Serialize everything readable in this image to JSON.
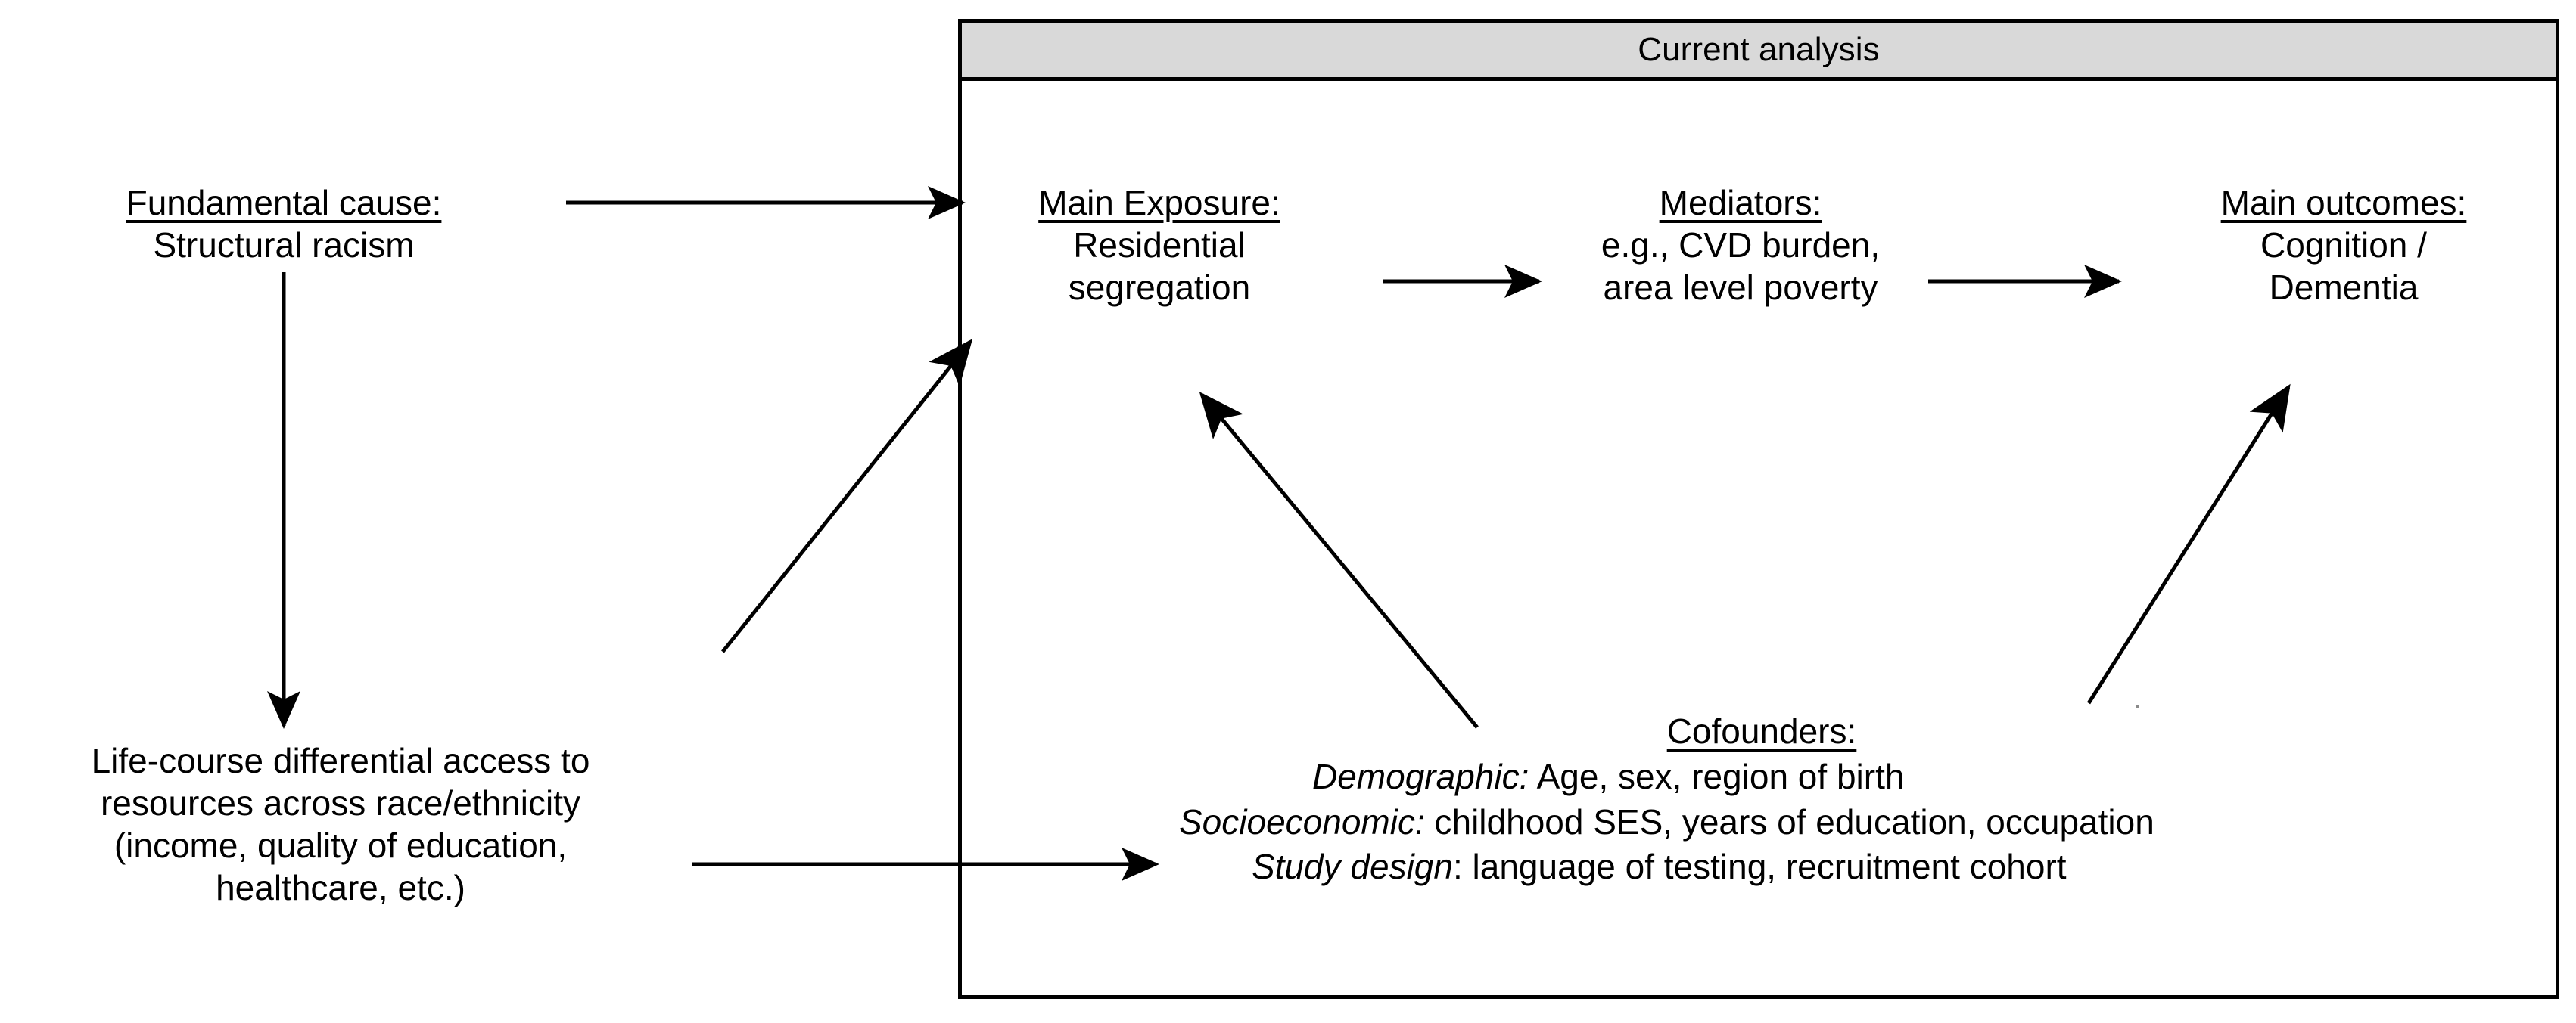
{
  "panel": {
    "header_label": "Current analysis"
  },
  "nodes": {
    "fundamental_cause": {
      "title": "Fundamental cause:",
      "lines": [
        "Structural racism"
      ]
    },
    "life_course": {
      "lines": [
        "Life-course differential access to",
        "resources across race/ethnicity",
        "(income, quality of education,",
        "healthcare, etc.)"
      ]
    },
    "main_exposure": {
      "title": "Main Exposure:",
      "lines": [
        "Residential",
        "segregation"
      ]
    },
    "mediators": {
      "title": "Mediators:",
      "lines": [
        "e.g., CVD burden,",
        "area level poverty"
      ]
    },
    "main_outcomes": {
      "title": "Main outcomes:",
      "lines": [
        "Cognition /",
        "Dementia"
      ]
    },
    "cofounders": {
      "title": "Cofounders:",
      "rows": [
        {
          "category": "Demographic:",
          "items": " Age, sex, region of birth"
        },
        {
          "category": "Socioeconomic:",
          "items": " childhood SES, years of education, occupation"
        },
        {
          "category": "Study design",
          "items": ": language of testing, recruitment cohort"
        }
      ]
    }
  },
  "edges": [
    {
      "name": "fundamental-cause-to-main-exposure",
      "label": ""
    },
    {
      "name": "fundamental-cause-to-life-course",
      "label": ""
    },
    {
      "name": "main-exposure-to-mediators",
      "label": ""
    },
    {
      "name": "mediators-to-main-outcomes",
      "label": ""
    },
    {
      "name": "life-course-to-main-exposure",
      "label": ""
    },
    {
      "name": "life-course-to-cofounders",
      "label": ""
    },
    {
      "name": "cofounders-to-main-exposure",
      "label": ""
    },
    {
      "name": "cofounders-to-main-outcomes",
      "label": ""
    }
  ],
  "colors": {
    "stroke": "#000000",
    "header_fill": "#d9d9d9",
    "background": "#ffffff"
  }
}
